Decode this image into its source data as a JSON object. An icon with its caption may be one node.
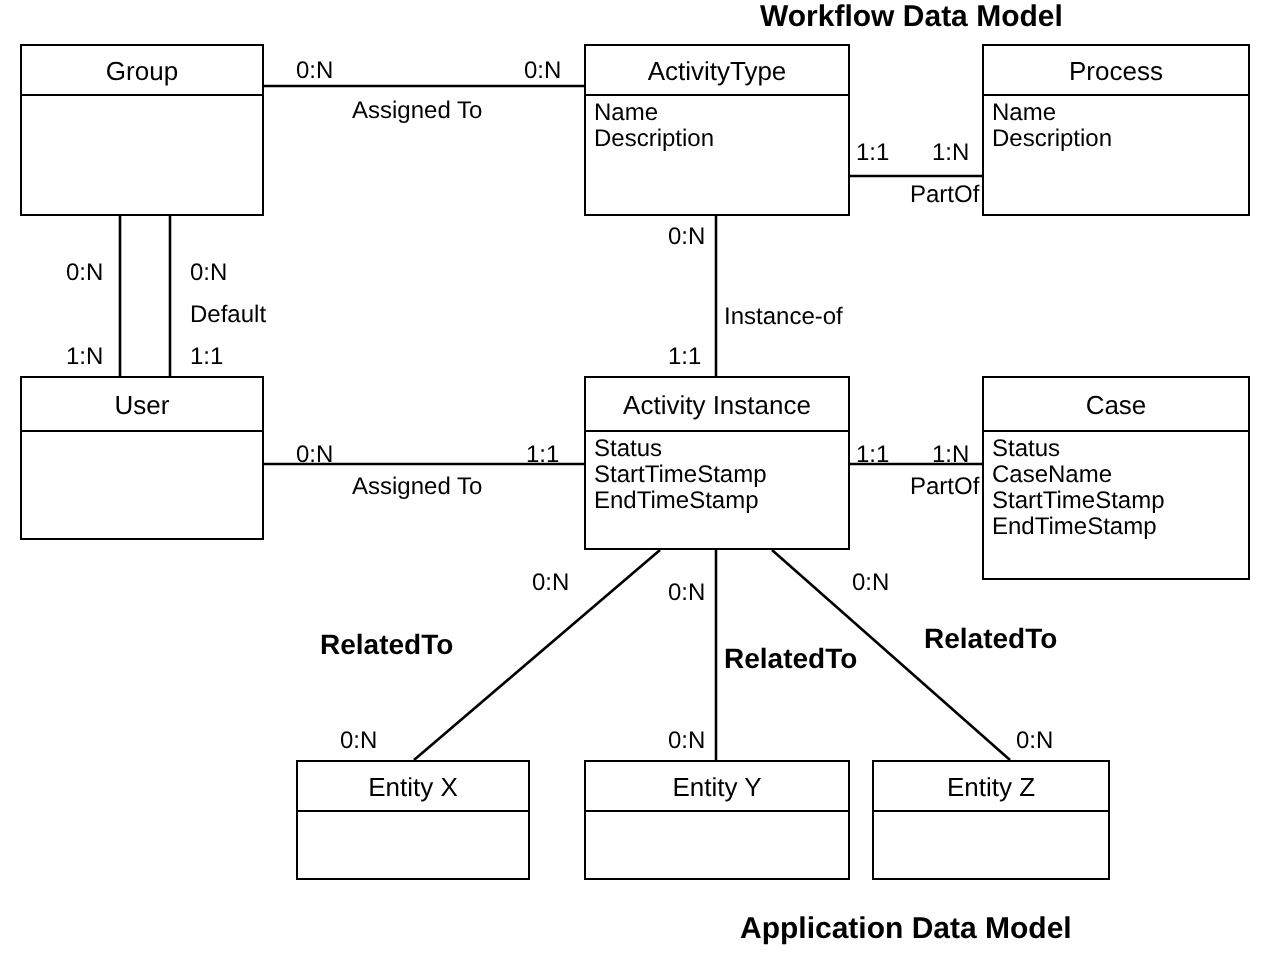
{
  "diagram": {
    "title": "Workflow Data Model",
    "caption": "Application Data Model",
    "nodes": [
      {
        "text": [
          "Group"
        ]
      },
      {
        "text": [
          "ActivityType",
          "Name",
          "Description"
        ]
      },
      {
        "text": [
          "Process",
          "Name",
          "Description"
        ]
      },
      {
        "text": [
          "User"
        ]
      },
      {
        "text": [
          "Activity Instance",
          "Status",
          "StartTimeStamp",
          "EndTimeStamp"
        ]
      },
      {
        "text": [
          "Case",
          "Status",
          "CaseName",
          "StartTimeStamp",
          "EndTimeStamp"
        ]
      },
      {
        "text": [
          "Entity X"
        ]
      },
      {
        "text": [
          "Entity Y"
        ]
      },
      {
        "text": [
          "Entity Z"
        ]
      }
    ],
    "edges": [
      {
        "from": 0,
        "to": 1,
        "arrow": "none",
        "label": "Assigned To"
      },
      {
        "from": 1,
        "to": 2,
        "arrow": "none",
        "label": "PartOf"
      },
      {
        "from": 0,
        "to": 3,
        "arrow": "none"
      },
      {
        "from": 0,
        "to": 3,
        "arrow": "none",
        "label": "Default"
      },
      {
        "from": 1,
        "to": 4,
        "arrow": "none",
        "label": "Instance-of"
      },
      {
        "from": 3,
        "to": 4,
        "arrow": "none",
        "label": "Assigned To"
      },
      {
        "from": 4,
        "to": 5,
        "arrow": "none",
        "label": "PartOf"
      },
      {
        "from": 4,
        "to": 6,
        "arrow": "none",
        "label": "RelatedTo"
      },
      {
        "from": 4,
        "to": 7,
        "arrow": "none",
        "label": "RelatedTo"
      },
      {
        "from": 4,
        "to": 8,
        "arrow": "none",
        "label": "RelatedTo"
      }
    ],
    "labels": [
      "0:N",
      "0:N",
      "1:1",
      "1:N",
      "0:N",
      "1:N",
      "0:N",
      "1:1",
      "0:N",
      "1:1",
      "0:N",
      "1:1",
      "1:1",
      "1:N",
      "0:N",
      "0:N",
      "0:N",
      "0:N",
      "0:N",
      "0:N"
    ]
  }
}
